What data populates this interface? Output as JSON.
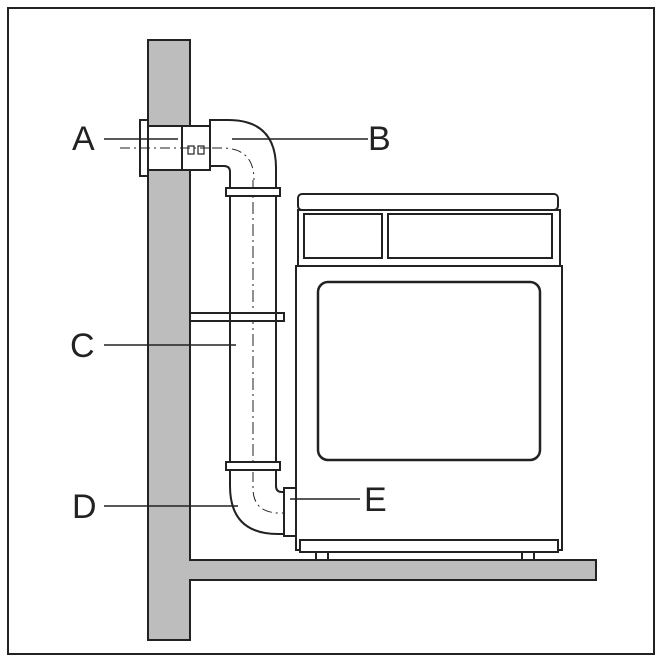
{
  "diagram": {
    "labels": {
      "a": "A",
      "b": "B",
      "c": "C",
      "d": "D",
      "e": "E"
    },
    "colors": {
      "wall": "#bdbdbd",
      "outline": "#222222",
      "appliance": "#ffffff",
      "duct": "#ffffff"
    }
  }
}
